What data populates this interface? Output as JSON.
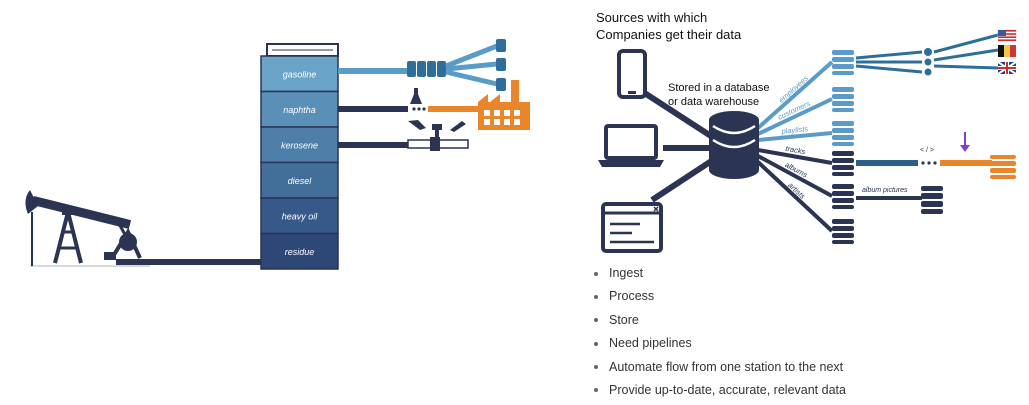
{
  "left": {
    "tower_layers": [
      "gasoline",
      "naphtha",
      "kerosene",
      "diesel",
      "heavy oil",
      "residue"
    ],
    "colors": {
      "dark": "#2b3452",
      "layers": [
        "#6aa3c8",
        "#5a90b8",
        "#4d7fa8",
        "#426f99",
        "#37598a",
        "#2d4776"
      ],
      "orange": "#e9852b",
      "pipe": "#5a9bc8"
    }
  },
  "right": {
    "title_line1": "Sources with which",
    "title_line2": "Companies get their data",
    "db_caption_line1": "Stored in a database",
    "db_caption_line2": "or data warehouse",
    "table_labels": [
      "employees",
      "customers",
      "playlists",
      "tracks",
      "albums",
      "artists"
    ],
    "album_pictures": "album pictures",
    "code_glyph": "< / >",
    "bullets": [
      "Ingest",
      "Process",
      "Store",
      "Need pipelines",
      "Automate flow from one station to the next",
      "Provide up-to-date, accurate, relevant data"
    ],
    "colors": {
      "purple": "#7b3fe4",
      "light": "#5b9bc9"
    }
  }
}
